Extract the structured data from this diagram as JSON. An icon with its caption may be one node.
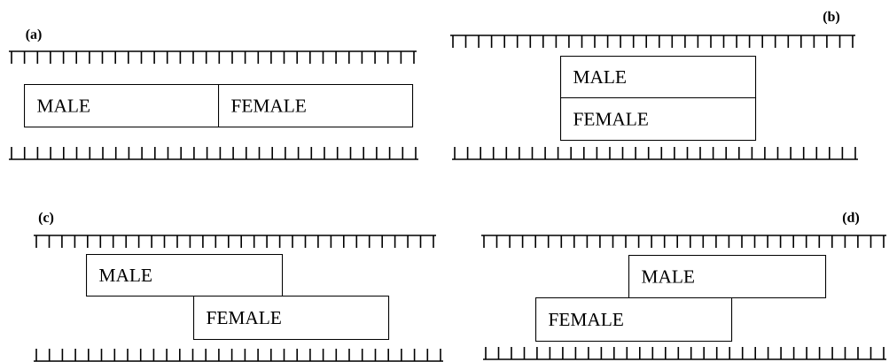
{
  "diagram": {
    "nodes": [
      {
        "text": [
          "MALE"
        ]
      },
      {
        "text": [
          "FEMALE"
        ]
      },
      {
        "text": [
          "MALE"
        ]
      },
      {
        "text": [
          "FEMALE"
        ]
      },
      {
        "text": [
          "MALE"
        ]
      },
      {
        "text": [
          "FEMALE"
        ]
      },
      {
        "text": [
          "MALE"
        ]
      },
      {
        "text": [
          "FEMALE"
        ]
      }
    ],
    "labels": [
      "(a)",
      "(b)",
      "(c)",
      "(d)"
    ]
  }
}
